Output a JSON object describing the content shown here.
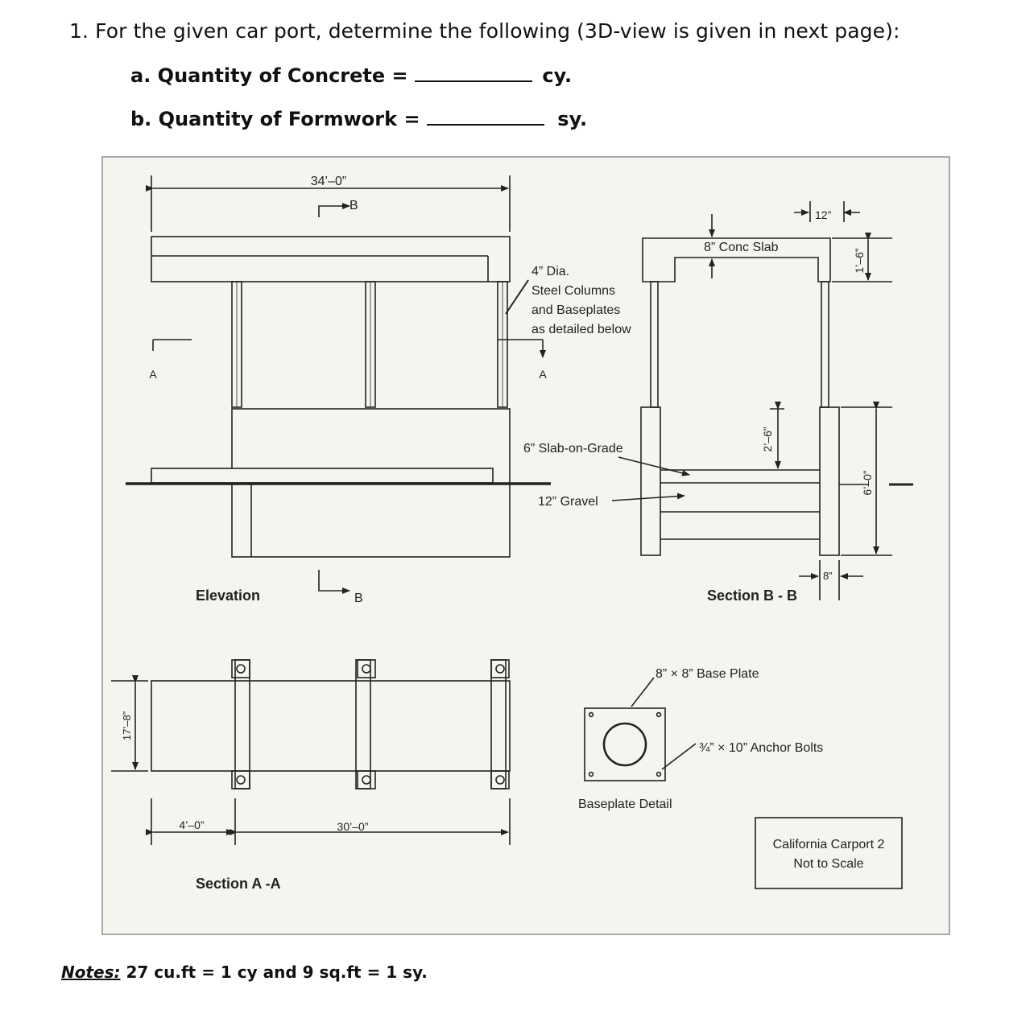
{
  "question": {
    "title": "1. For the given car port, determine the following (3D-view is given in next page):",
    "line_a": "a. Quantity of Concrete = ",
    "unit_a": "cy.",
    "line_b": "b. Quantity of Formwork = ",
    "unit_b": "sy."
  },
  "drawing": {
    "dim_34": "34’–0”",
    "sec_b": "B",
    "sec_a": "A",
    "elevation_label": "Elevation",
    "column_note_1": "4” Dia.",
    "column_note_2": "Steel Columns",
    "column_note_3": "and Baseplates",
    "column_note_4": "as detailed below",
    "slab_on_grade": "6” Slab-on-Grade",
    "gravel": "12” Gravel",
    "conc_slab": "8” Conc Slab",
    "dim_12": "12”",
    "dim_1_6": "1’–6”",
    "dim_2_6": "2’–6”",
    "dim_6_0": "6’–0”",
    "dim_8": "8”",
    "section_bb": "Section B - B",
    "base_plate": "8” × 8” Base Plate",
    "anchor_bolts": "¾” × 10” Anchor Bolts",
    "baseplate_detail": "Baseplate Detail",
    "dim_17_8": "17’–8”",
    "dim_4_0": "4’–0”",
    "dim_30_0": "30’–0”",
    "section_aa": "Section A -A",
    "title_block_1": "California Carport 2",
    "title_block_2": "Not to Scale"
  },
  "notes": {
    "label": "Notes:",
    "text": " 27 cu.ft = 1 cy and 9 sq.ft = 1 sy."
  }
}
